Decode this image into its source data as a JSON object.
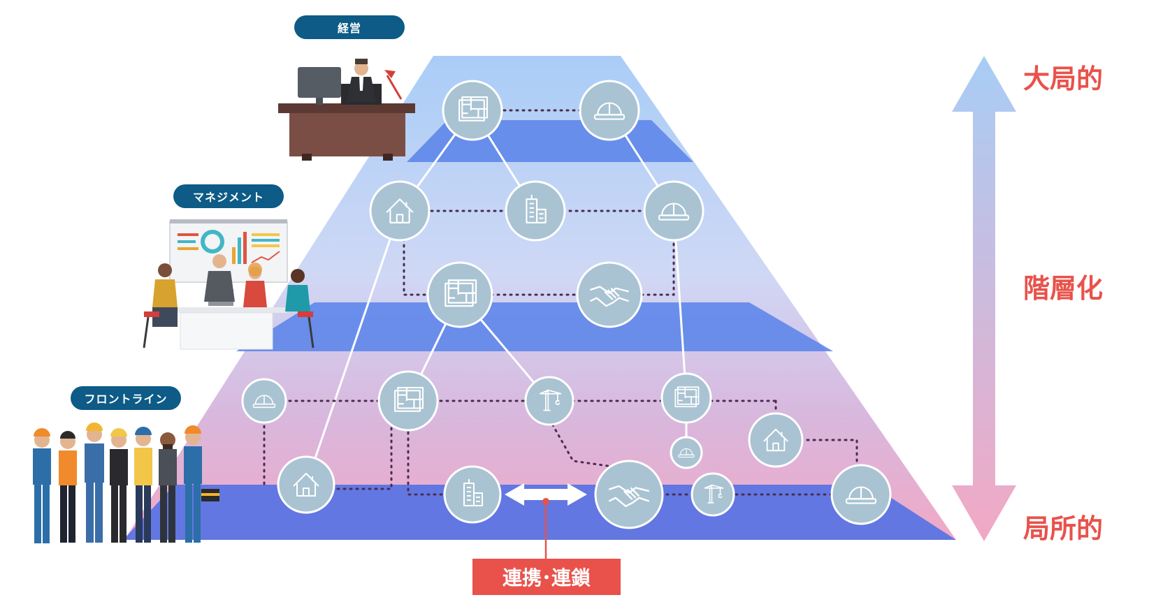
{
  "roles": {
    "executive": "経営",
    "management": "マネジメント",
    "frontline": "フロントライン"
  },
  "scale": {
    "top": "大局的",
    "middle": "階層化",
    "bottom": "局所的"
  },
  "link_label": "連携･連鎖",
  "colors": {
    "accent_red": "#e8524b",
    "pill_navy": "#0d5b86",
    "layer_blue": "#5b7fe8",
    "node_fill": "#a9c3d2",
    "arrow_top": "#a8cdf5",
    "arrow_bottom": "#f2a8c4"
  },
  "nodes": [
    {
      "id": "n1",
      "icon": "blueprint-icon"
    },
    {
      "id": "n2",
      "icon": "helmet-icon"
    },
    {
      "id": "n3",
      "icon": "house-icon"
    },
    {
      "id": "n4",
      "icon": "building-icon"
    },
    {
      "id": "n5",
      "icon": "helmet-icon"
    },
    {
      "id": "n6",
      "icon": "blueprint-icon"
    },
    {
      "id": "n7",
      "icon": "handshake-icon"
    },
    {
      "id": "n8",
      "icon": "helmet-icon"
    },
    {
      "id": "n9",
      "icon": "blueprint-icon"
    },
    {
      "id": "n10",
      "icon": "crane-icon"
    },
    {
      "id": "n11",
      "icon": "blueprint-icon"
    },
    {
      "id": "n12",
      "icon": "helmet-icon"
    },
    {
      "id": "n13",
      "icon": "house-icon"
    },
    {
      "id": "n14",
      "icon": "house-icon"
    },
    {
      "id": "n15",
      "icon": "building-icon"
    },
    {
      "id": "n16",
      "icon": "handshake-icon"
    },
    {
      "id": "n17",
      "icon": "crane-icon"
    },
    {
      "id": "n18",
      "icon": "helmet-icon"
    }
  ]
}
